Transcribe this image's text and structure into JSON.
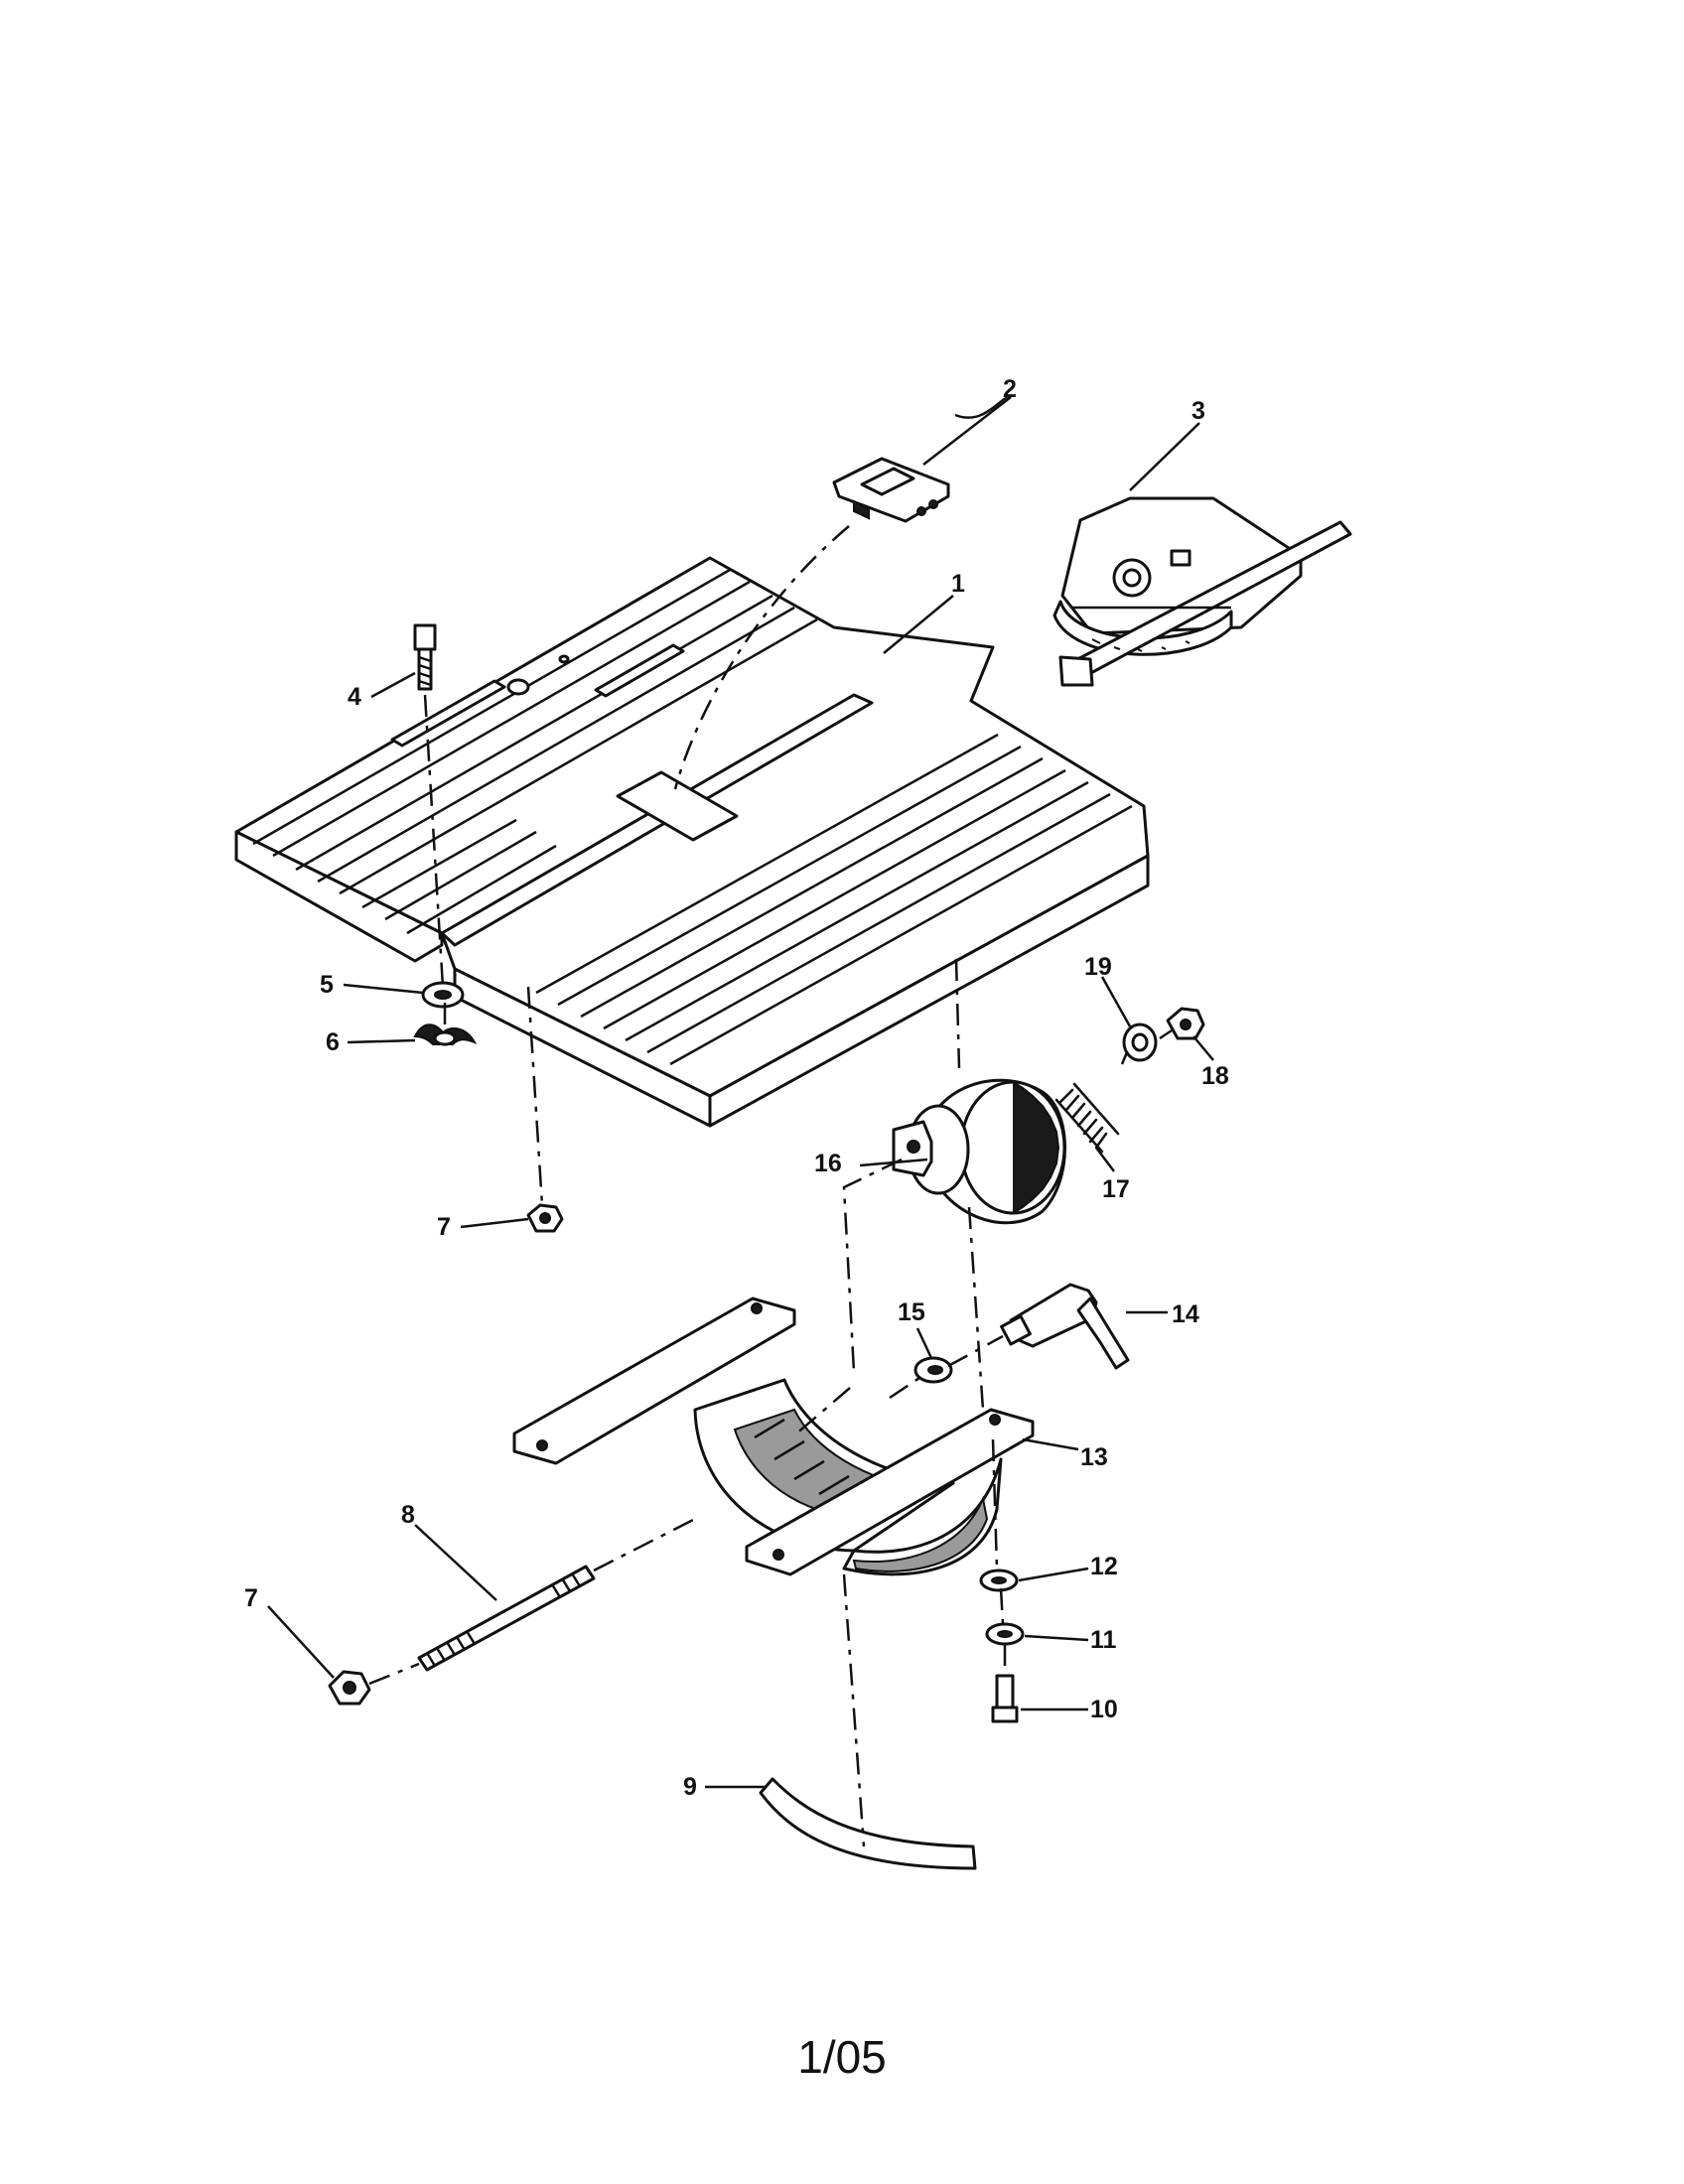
{
  "diagram": {
    "callouts": [
      "1",
      "2",
      "3",
      "4",
      "5",
      "6",
      "7",
      "7",
      "8",
      "9",
      "10",
      "11",
      "12",
      "13",
      "14",
      "15",
      "16",
      "17",
      "18",
      "19"
    ]
  },
  "footer": {
    "page_code": "1/05"
  }
}
